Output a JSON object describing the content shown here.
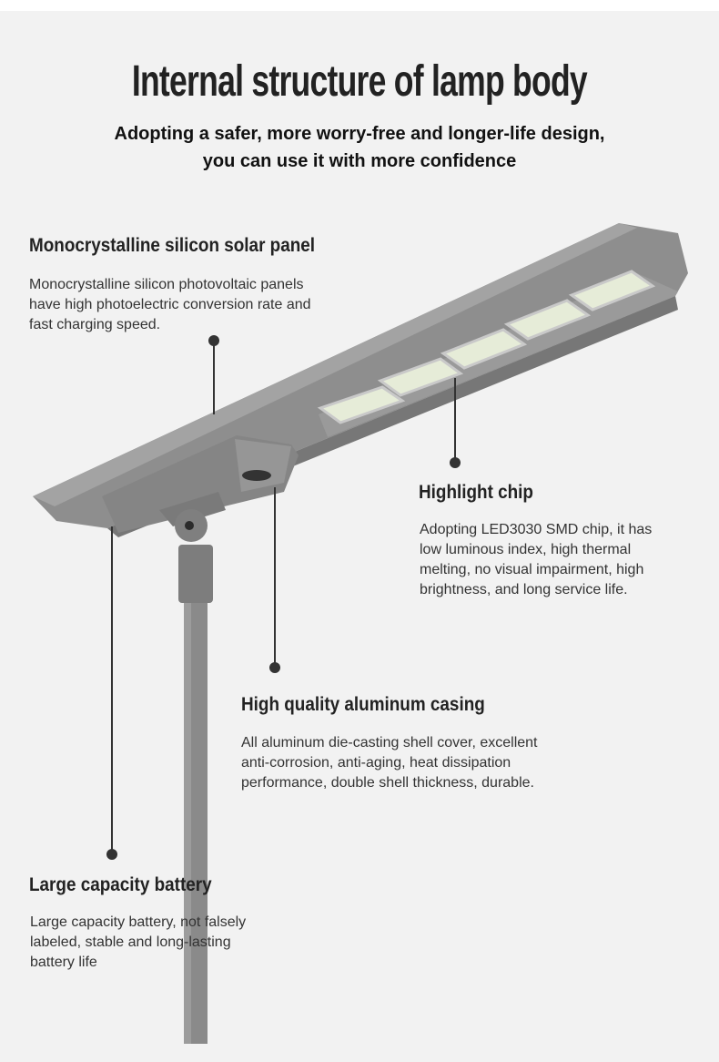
{
  "title": "Internal structure of lamp body",
  "subtitle": [
    "Adopting a safer, more worry-free and longer-life design,",
    "you can use it with more confidence"
  ],
  "features": {
    "solar": {
      "heading": "Monocrystalline silicon solar panel",
      "lines": [
        "Monocrystalline silicon photovoltaic panels",
        "have high photoelectric conversion rate and",
        "fast charging speed."
      ]
    },
    "chip": {
      "heading": "Highlight chip",
      "lines": [
        "Adopting LED3030 SMD chip, it has",
        "low luminous index, high thermal",
        "melting, no visual impairment, high",
        "brightness, and long service life."
      ]
    },
    "casing": {
      "heading": "High quality aluminum casing",
      "lines": [
        "All aluminum die-casting shell cover, excellent",
        "anti-corrosion, anti-aging, heat dissipation",
        "performance, double shell thickness, durable."
      ]
    },
    "battery": {
      "heading": "Large capacity battery",
      "lines": [
        "Large capacity battery, not falsely",
        "labeled, stable and long-lasting",
        "battery life"
      ]
    }
  },
  "colors": {
    "background": "#f2f2f2",
    "lamp": "#8c8c8c",
    "leader": "#333333"
  }
}
